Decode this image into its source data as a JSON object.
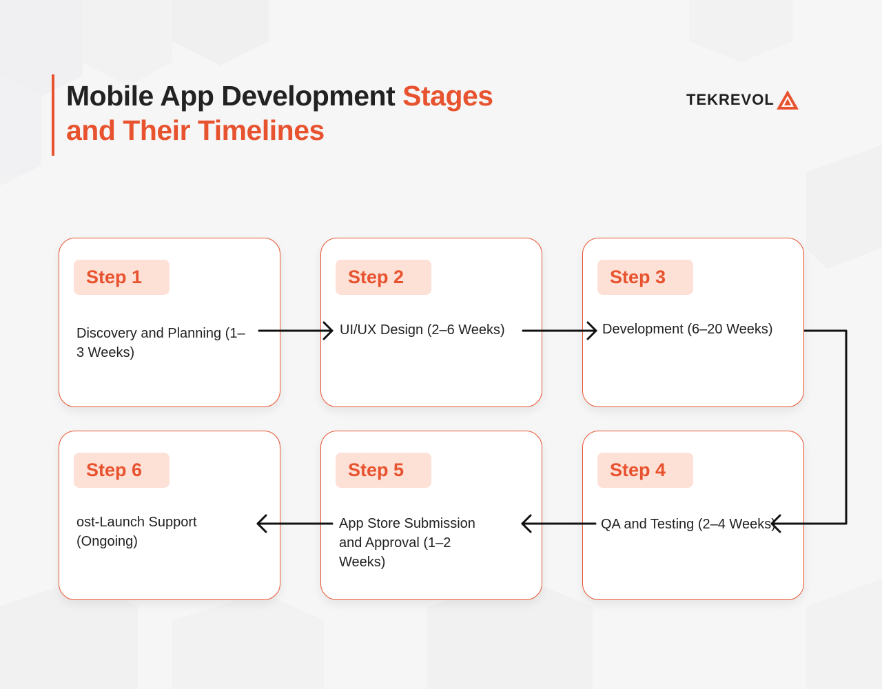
{
  "header": {
    "title_dark": "Mobile App Development ",
    "title_accent_1": "Stages",
    "title_accent_2": "and Their Timelines",
    "accent_color": "#e8532f"
  },
  "logo": {
    "text": "TEKREVOL",
    "icon": "triangle-logo-icon"
  },
  "steps": [
    {
      "label": "Step 1",
      "text": "Discovery and Planning (1–3 Weeks)"
    },
    {
      "label": "Step 2",
      "text": "UI/UX Design (2–6 Weeks)"
    },
    {
      "label": "Step 3",
      "text": "Development (6–20 Weeks)"
    },
    {
      "label": "Step 4",
      "text": "QA and Testing (2–4 Weeks)"
    },
    {
      "label": "Step 5",
      "text": "App Store Submission and Approval (1–2 Weeks)"
    },
    {
      "label": "Step 6",
      "text": "ost-Launch Support (Ongoing)"
    }
  ],
  "connectors": [
    {
      "from": "Step 1",
      "to": "Step 2",
      "icon": "arrow-right-icon"
    },
    {
      "from": "Step 2",
      "to": "Step 3",
      "icon": "arrow-right-icon"
    },
    {
      "from": "Step 3",
      "to": "Step 4",
      "icon": "arrow-elbow-icon"
    },
    {
      "from": "Step 4",
      "to": "Step 5",
      "icon": "arrow-left-icon"
    },
    {
      "from": "Step 5",
      "to": "Step 6",
      "icon": "arrow-left-icon"
    }
  ]
}
